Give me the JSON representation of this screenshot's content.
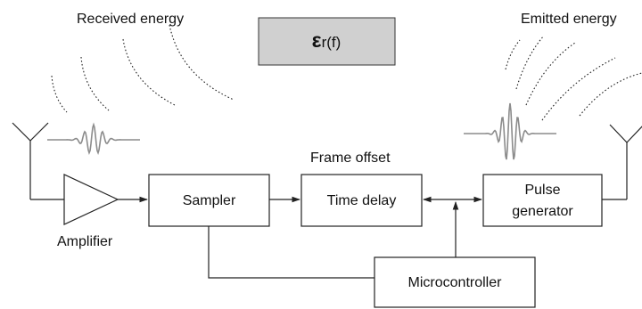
{
  "labels": {
    "received_energy": "Received energy",
    "emitted_energy": "Emitted energy",
    "permittivity_symbol": "ε",
    "permittivity_subscript": "r",
    "permittivity_arg": "(f)",
    "frame_offset": "Frame offset",
    "amplifier": "Amplifier"
  },
  "blocks": {
    "sampler": "Sampler",
    "time_delay": "Time delay",
    "pulse_generator_line1": "Pulse",
    "pulse_generator_line2": "generator",
    "microcontroller": "Microcontroller"
  },
  "colors": {
    "permittivity_box_fill": "#d0d0d0",
    "pulse_waveform": "#8c8c8c",
    "line": "#222222"
  }
}
